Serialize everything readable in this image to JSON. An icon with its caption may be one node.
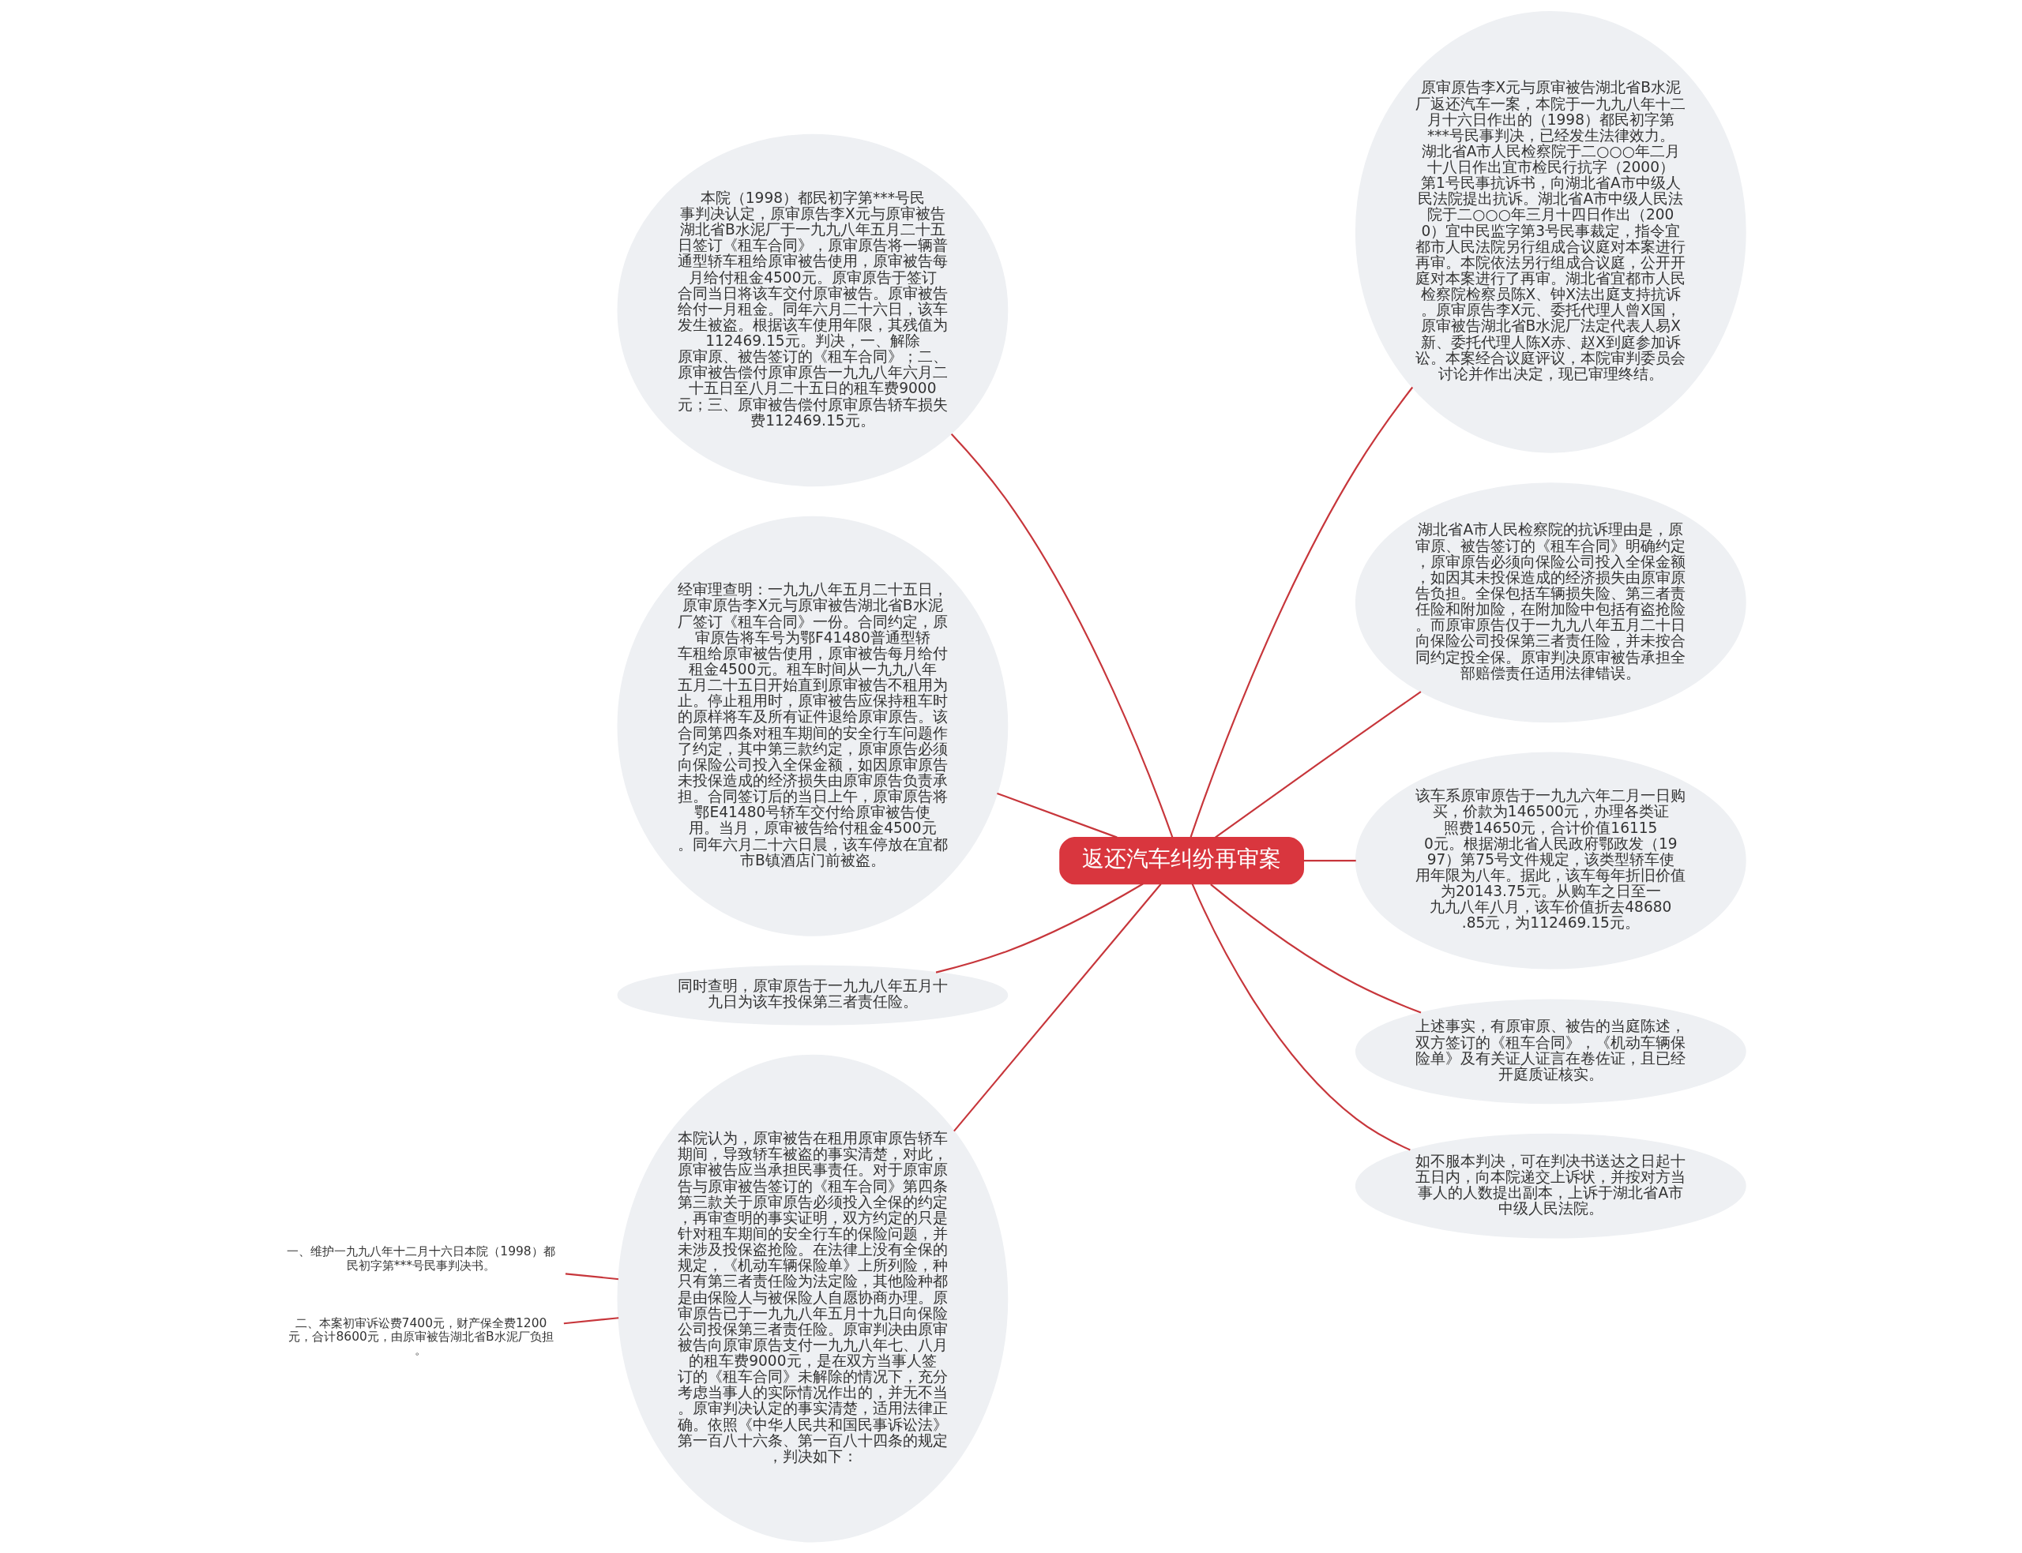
{
  "diagram": {
    "nodes": [
      {
        "text": [
          "返还汽车纠纷再审案"
        ]
      },
      {
        "text": [
          "本院（1998）都民初字第***号民事判决认定，原审原告李X元与原审被告湖北省B水泥厂于一九九八年五月二十五日签订《租车合同》，原审原告将一辆普通型轿车租给原审被告使用，原审被告每月给付租金4500元。原审原告于签订合同当日将该车交付原审被告。原审被告给付一月租金。同年六月二十六日，该车发生被盗。根据该车使用年限，其残值为112469.15元。判决，一、解除原审原、被告签订的《租车合同》；二、原审被告偿付原审原告一九九八年六月二十五日至八月二十五日的租车费9000元；三、原审被告偿付原审原告轿车损失费112469.15元。"
        ]
      },
      {
        "text": [
          "经审理查明：一九九八年五月二十五日，原审原告李X元与原审被告湖北省B水泥厂签订《租车合同》一份。合同约定，原审原告将车号为鄂F41480普通型轿车租给原审被告使用，原审被告每月给付租金4500元。租车时间从一九九八年五月二十五日开始直到原审被告不租用为止。停止租用时，原审被告应保持租车时的原样将车及所有证件退给原审原告。该合同第四条对租车期间的安全行车问题作了约定，其中第三款约定，原审原告必须向保险公司投入全保金额，如因原审原告未投保造成的经济损失由原审原告负责承担。合同签订后的当日上午，原审原告将鄂E41480号轿车交付给原审被告使用。当月，原审被告给付租金4500元。同年六月二十六日晨，该车停放在宜都市B镇酒店门前被盗。"
        ]
      },
      {
        "text": [
          "同时查明，原审原告于一九九八年五月十九日为该车投保第三者责任险。"
        ]
      },
      {
        "text": [
          "本院认为，原审被告在租用原审原告轿车期间，导致轿车被盗的事实清楚，对此，原审被告应当承担民事责任。对于原审原告与原审被告签订的《租车合同》第四条第三款关于原审原告必须投入全保的约定，再审查明的事实证明，双方约定的只是针对租车期间的安全行车的保险问题，并未涉及投保盗抢险。在法律上没有全保的规定，《机动车辆保险单》上所列险，种只有第三者责任险为法定险，其他险种都是由保险人与被保险人自愿协商办理。原审原告已于一九九八年五月十九日向保险公司投保第三者责任险。原审判决由原审被告向原审原告支付一九九八年七、八月的租车费9000元，是在双方当事人签订的《租车合同》未解除的情况下，充分考虑当事人的实际情况作出的，并无不当。原审判决认定的事实清楚，适用法律正确。依照《中华人民共和国民事诉讼法》第一百八十六条、第一百八十四条的规定，判决如下："
        ]
      },
      {
        "text": [
          "一、维护一九九八年十二月十六日本院（1998）都民初字第***号民事判决书。"
        ]
      },
      {
        "text": [
          "二、本案初审诉讼费7400元，财产保全费1200元，合计8600元，由原审被告湖北省B水泥厂负担。"
        ]
      },
      {
        "text": [
          "原审原告李X元与原审被告湖北省B水泥厂返还汽车一案，本院于一九九八年十二月十六日作出的（1998）都民初字第***号民事判决，已经发生法律效力。湖北省A市人民检察院于二○○○年二月十八日作出宜市检民行抗字（2000）第1号民事抗诉书，向湖北省A市中级人民法院提出抗诉。湖北省A市中级人民法院于二○○○年三月十四日作出（2000）宜中民监字第3号民事裁定，指令宜都市人民法院另行组成合议庭对本案进行再审。本院依法另行组成合议庭，公开开庭对本案进行了再审。湖北省宜都市人民检察院检察员陈X、钟X法出庭支持抗诉。原审原告李X元、委托代理人曾X国，原审被告湖北省B水泥厂法定代表人易X新、委托代理人陈X赤、赵X到庭参加诉讼。本案经合议庭评议，本院审判委员会讨论并作出决定，现已审理终结。"
        ]
      },
      {
        "text": [
          "湖北省A市人民检察院的抗诉理由是，原审原、被告签订的《租车合同》明确约定，原审原告必须向保险公司投入全保金额，如因其未投保造成的经济损失由原审原告负担。全保包括车辆损失险、第三者责任险和附加险，在附加险中包括有盗抢险。而原审原告仅于一九九八年五月二十日向保险公司投保第三者责任险，并未按合同约定投全保。原审判决原审被告承担全部赔偿责任适用法律错误。"
        ]
      },
      {
        "text": [
          "该车系原审原告于一九九六年二月一日购买，价款为146500元，办理各类证照费14650元，合计价值161150元。根据湖北省人民政府鄂政发（1997）第75号文件规定，该类型轿车使用年限为八年。据此，该车每年折旧价值为20143.75元。从购车之日至一九九八年八月，该车价值折去48680.85元，为112469.15元。"
        ]
      },
      {
        "text": [
          "上述事实，有原审原、被告的当庭陈述，双方签订的《租车合同》，《机动车辆保险单》及有关证人证言在卷佐证，且已经开庭质证核实。"
        ]
      },
      {
        "text": [
          "如不服本判决，可在判决书送达之日起十五日内，向本院递交上诉状，并按对方当事人的人数提出副本，上诉于湖北省A市中级人民法院。"
        ]
      }
    ],
    "edges": [
      {
        "from": 0,
        "to": 1,
        "arrow": "none"
      },
      {
        "from": 0,
        "to": 2,
        "arrow": "none"
      },
      {
        "from": 0,
        "to": 3,
        "arrow": "none"
      },
      {
        "from": 0,
        "to": 4,
        "arrow": "none"
      },
      {
        "from": 4,
        "to": 5,
        "arrow": "none"
      },
      {
        "from": 4,
        "to": 6,
        "arrow": "none"
      },
      {
        "from": 0,
        "to": 7,
        "arrow": "none"
      },
      {
        "from": 0,
        "to": 8,
        "arrow": "none"
      },
      {
        "from": 0,
        "to": 9,
        "arrow": "none"
      },
      {
        "from": 0,
        "to": 10,
        "arrow": "none"
      },
      {
        "from": 0,
        "to": 11,
        "arrow": "none"
      }
    ]
  }
}
